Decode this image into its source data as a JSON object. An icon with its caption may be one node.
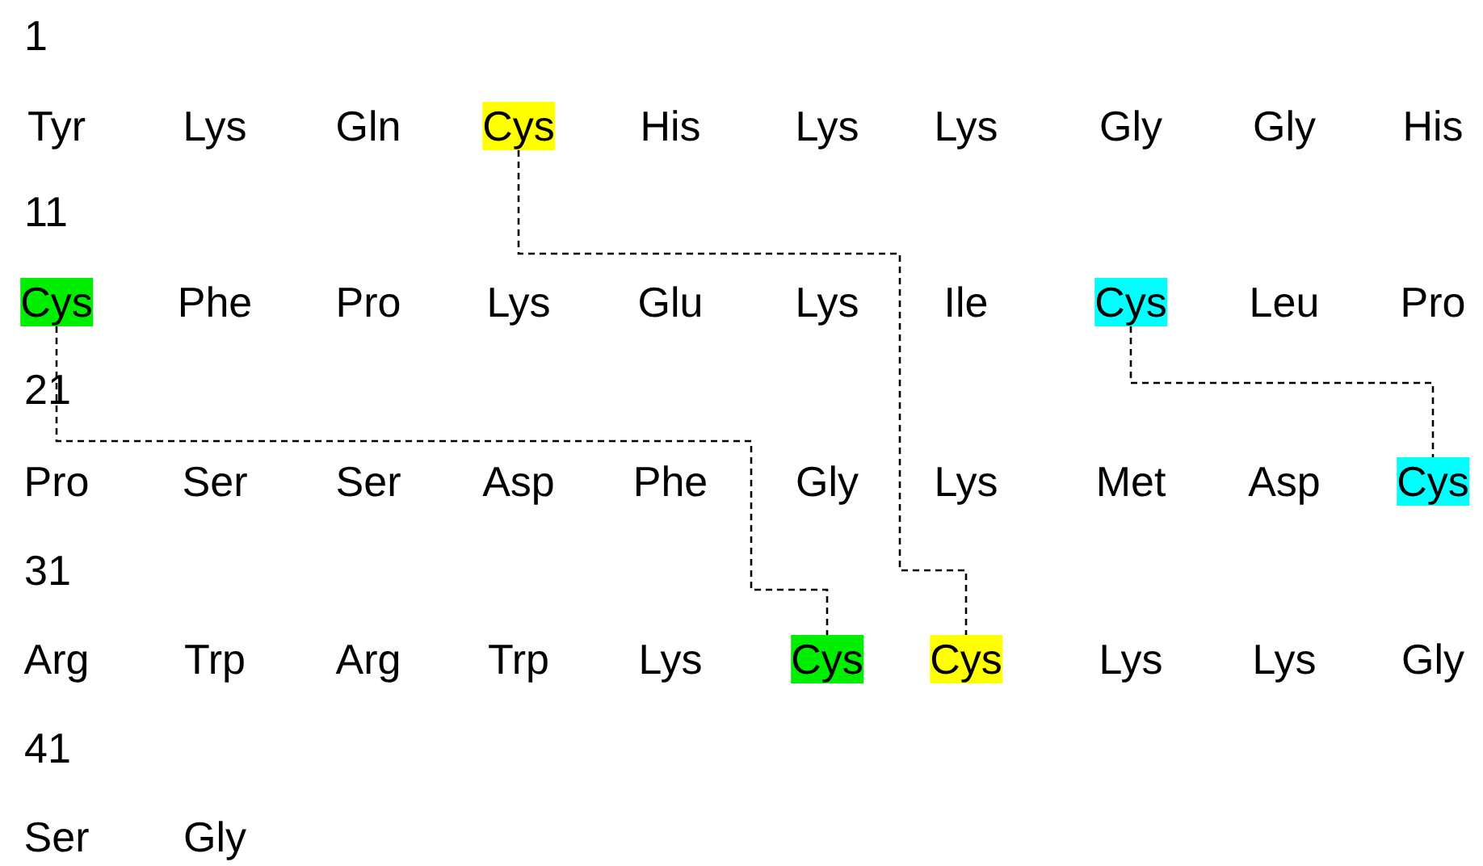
{
  "diagram": {
    "nodes": [
      {
        "text": [
          "Cys"
        ]
      },
      {
        "text": [
          "Cys"
        ]
      },
      {
        "text": [
          "Cys"
        ]
      },
      {
        "text": [
          "Cys"
        ]
      },
      {
        "text": [
          "Cys"
        ]
      },
      {
        "text": [
          "Cys"
        ]
      }
    ],
    "edges": [
      {
        "from": 0,
        "to": 5,
        "arrow": "none",
        "style": "dashed"
      },
      {
        "from": 1,
        "to": 4,
        "arrow": "none",
        "style": "dashed"
      },
      {
        "from": 2,
        "to": 3,
        "arrow": "none",
        "style": "dashed"
      }
    ],
    "labels": [
      "1",
      "Tyr",
      "Lys",
      "Gln",
      "His",
      "Lys",
      "Lys",
      "Gly",
      "Gly",
      "His",
      "11",
      "Phe",
      "Pro",
      "Lys",
      "Glu",
      "Lys",
      "Ile",
      "Leu",
      "Pro",
      "21",
      "Pro",
      "Ser",
      "Ser",
      "Asp",
      "Phe",
      "Gly",
      "Lys",
      "Met",
      "Asp",
      "31",
      "Arg",
      "Trp",
      "Arg",
      "Trp",
      "Lys",
      "Lys",
      "Lys",
      "Gly",
      "41",
      "Ser",
      "Gly"
    ]
  }
}
